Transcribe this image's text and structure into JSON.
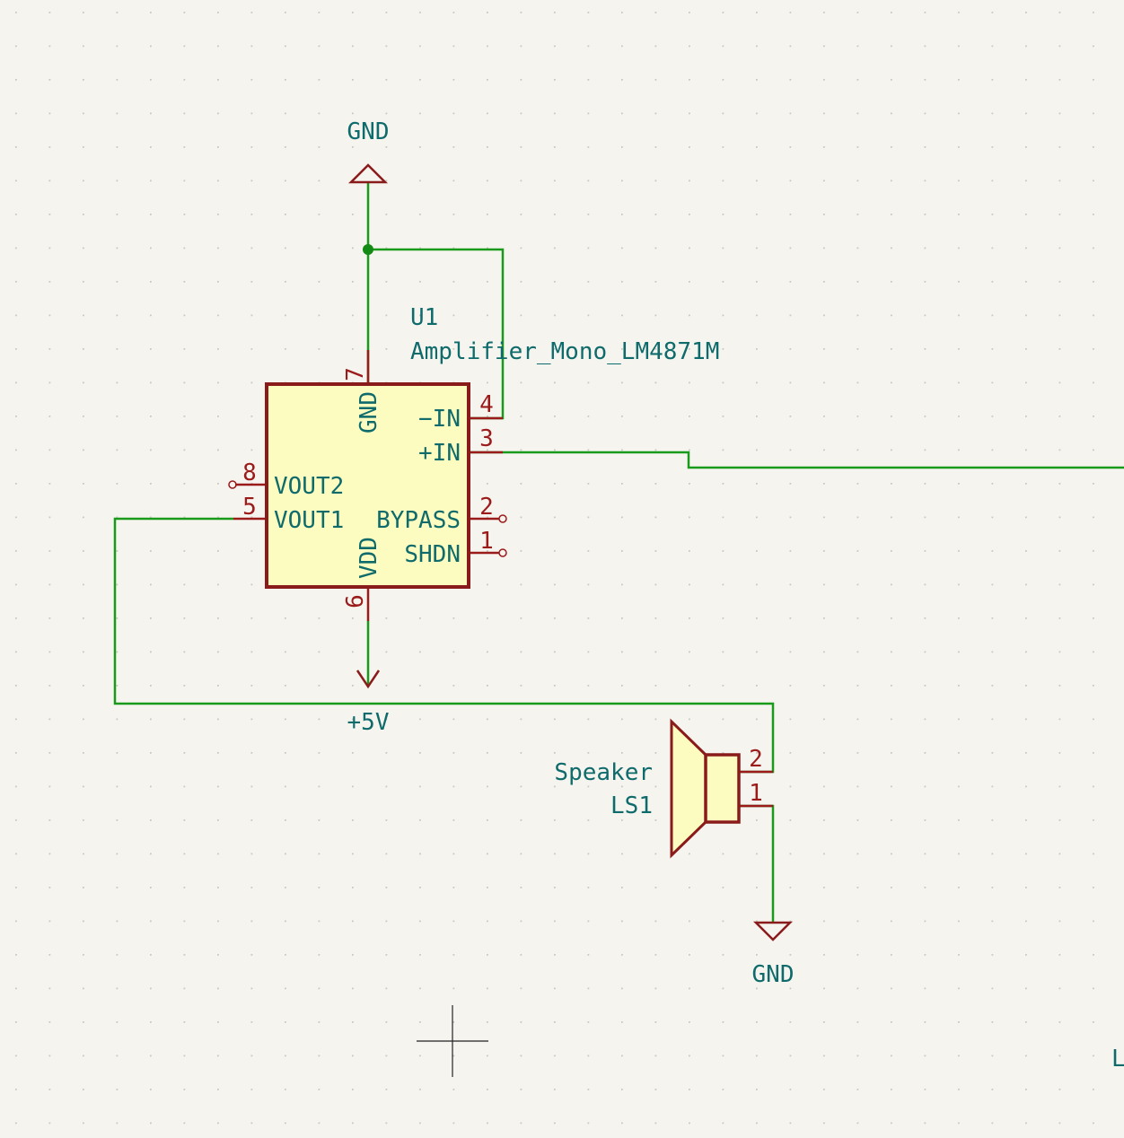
{
  "colors": {
    "background": "#f5f4ef",
    "wire": "#1a9a1a",
    "junction": "#138a13",
    "symbol_outline": "#8a1b1b",
    "symbol_fill": "#fcfcc0",
    "text_teal": "#0f6b6b",
    "pin_number": "#9b1b1b",
    "cursor": "#222222"
  },
  "power": {
    "gnd_top_label": "GND",
    "vcc_label": "+5V",
    "gnd_bottom_label": "GND"
  },
  "u1": {
    "reference": "U1",
    "value": "Amplifier_Mono_LM4871M",
    "pins": [
      {
        "number": "7",
        "name": "GND"
      },
      {
        "number": "4",
        "name": "−IN"
      },
      {
        "number": "3",
        "name": "+IN"
      },
      {
        "number": "8",
        "name": "VOUT2"
      },
      {
        "number": "5",
        "name": "VOUT1"
      },
      {
        "number": "2",
        "name": "BYPASS"
      },
      {
        "number": "1",
        "name": "SHDN"
      },
      {
        "number": "6",
        "name": "VDD"
      }
    ]
  },
  "ls1": {
    "value": "Speaker",
    "reference": "LS1",
    "pins": [
      {
        "number": "2"
      },
      {
        "number": "1"
      }
    ]
  },
  "clipped_label": "L",
  "icons": [
    "gnd-power-icon",
    "vcc-power-icon",
    "junction-dot-icon",
    "no-connect-icon",
    "speaker-icon",
    "crosshair-cursor-icon"
  ]
}
